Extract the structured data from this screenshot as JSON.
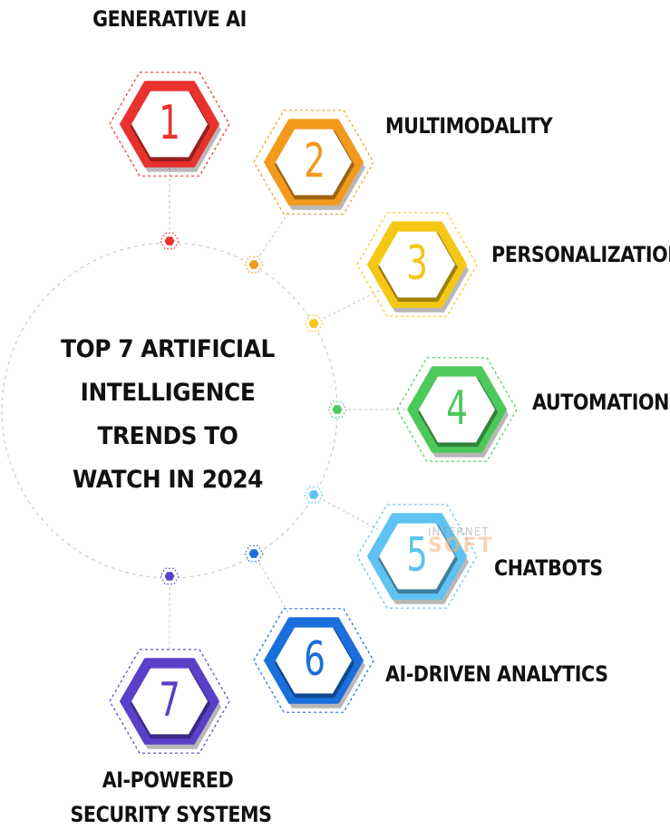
{
  "title_lines": [
    "TOP 7 ARTIFICIAL",
    "INTELLIGENCE",
    "TRENDS TO",
    "WATCH IN 2024"
  ],
  "trends": [
    {
      "number": "1",
      "label": "GENERATIVE AI",
      "color": "#e8322e"
    },
    {
      "number": "2",
      "label": "MULTIMODALITY",
      "color": "#f29a1c"
    },
    {
      "number": "3",
      "label": "PERSONALIZATION",
      "color": "#f5c816"
    },
    {
      "number": "4",
      "label": "AUTOMATION",
      "color": "#4cc95a"
    },
    {
      "number": "5",
      "label": "CHATBOTS",
      "color": "#5ec3f2"
    },
    {
      "number": "6",
      "label": "AI-DRIVEN ANALYTICS",
      "color": "#1a6fdc"
    },
    {
      "number": "7",
      "label_lines": [
        "AI-POWERED",
        "SECURITY SYSTEMS"
      ],
      "color": "#5a3fc8"
    }
  ],
  "watermark": {
    "top": "INTERNET",
    "bottom": "SOFT"
  },
  "colors": {
    "text": "#111111",
    "connector": "#c8c8c8"
  }
}
